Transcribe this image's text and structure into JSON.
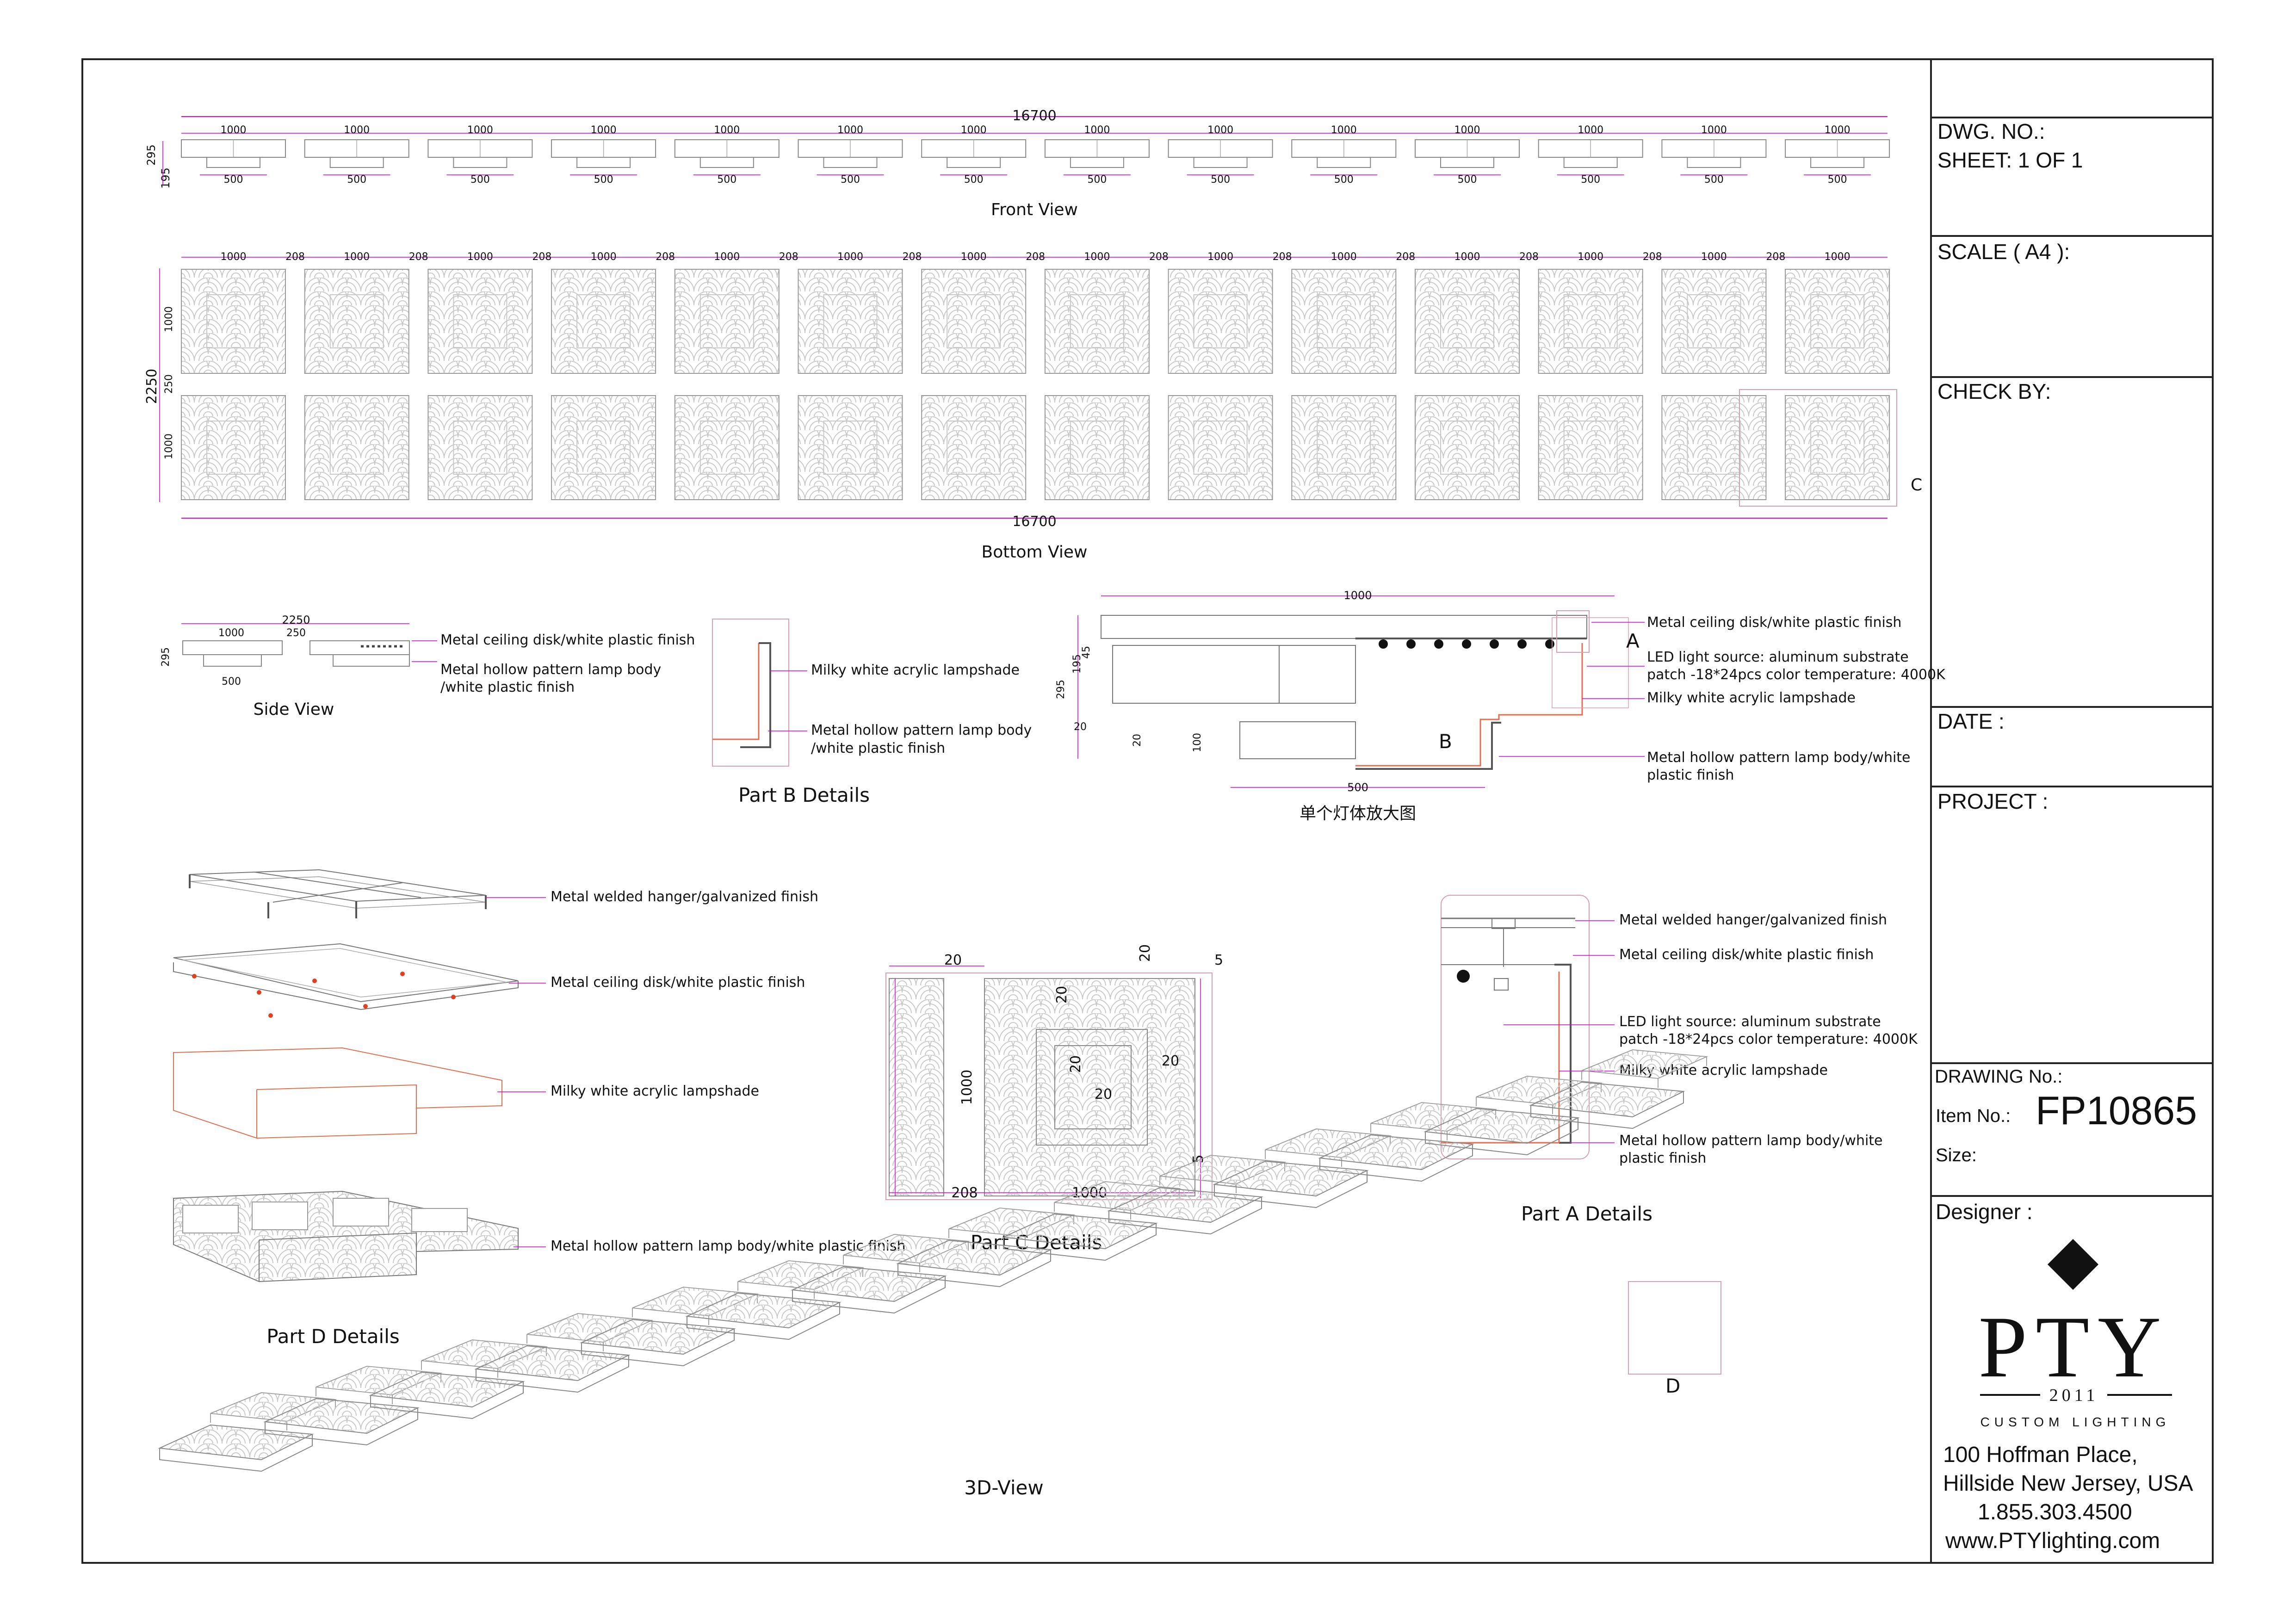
{
  "views": {
    "front_view": "Front View",
    "bottom_view": "Bottom View",
    "side_view": "Side View",
    "part_b": "Part B Details",
    "single_enlarged": "单个灯体放大图",
    "part_d": "Part D Details",
    "part_c": "Part C Details",
    "part_a": "Part A Details",
    "view_3d": "3D-View"
  },
  "dimensions": {
    "total_length": "16700",
    "module": "1000",
    "gap": "208",
    "half": "500",
    "h295": "295",
    "h195": "195",
    "h2250": "2250",
    "h250": "250",
    "h45": "45",
    "d20": "20",
    "d100": "100",
    "d5": "5"
  },
  "markers": {
    "a": "A",
    "b": "B",
    "c": "C",
    "d": "D"
  },
  "callouts": {
    "metal_disk": "Metal ceiling disk/white plastic finish",
    "hollow_body_l1": "Metal hollow pattern lamp body",
    "hollow_body_l2": "/white plastic finish",
    "acrylic": "Milky white acrylic lampshade",
    "led_l1": "LED light source: aluminum substrate",
    "led_l2_a": "patch -18*24pcs color temperature: 4000K",
    "led_l2_b": "patch -18*24pcs color temperature: 4000K",
    "hollow_body_white_l1": "Metal hollow pattern lamp body/white",
    "hollow_body_white_l2": "plastic finish",
    "hanger": "Metal welded hanger/galvanized finish",
    "hollow_body_full": "Metal hollow pattern lamp body/white plastic finish"
  },
  "title_block": {
    "dwg_no": "DWG. NO.:",
    "sheet": "SHEET: 1 OF 1",
    "scale": "SCALE ( A4 ):",
    "check_by": "CHECK BY:",
    "date": "DATE :",
    "project": "PROJECT :",
    "drawing_no": "DRAWING No.:",
    "item_no_label": "Item No.:",
    "item_no": "FP10865",
    "size": "Size:",
    "designer": "Designer :",
    "logo_letters": "PTY",
    "logo_year": "2011",
    "logo_tagline": "CUSTOM LIGHTING",
    "address1": "100 Hoffman Place,",
    "address2": "Hillside New Jersey, USA",
    "phone": "1.855.303.4500",
    "web": "www.PTYlighting.com"
  },
  "colors": {
    "line": "#8a8a8a",
    "dim": "#e000e0",
    "accent": "#e07050",
    "ink": "#111111"
  }
}
